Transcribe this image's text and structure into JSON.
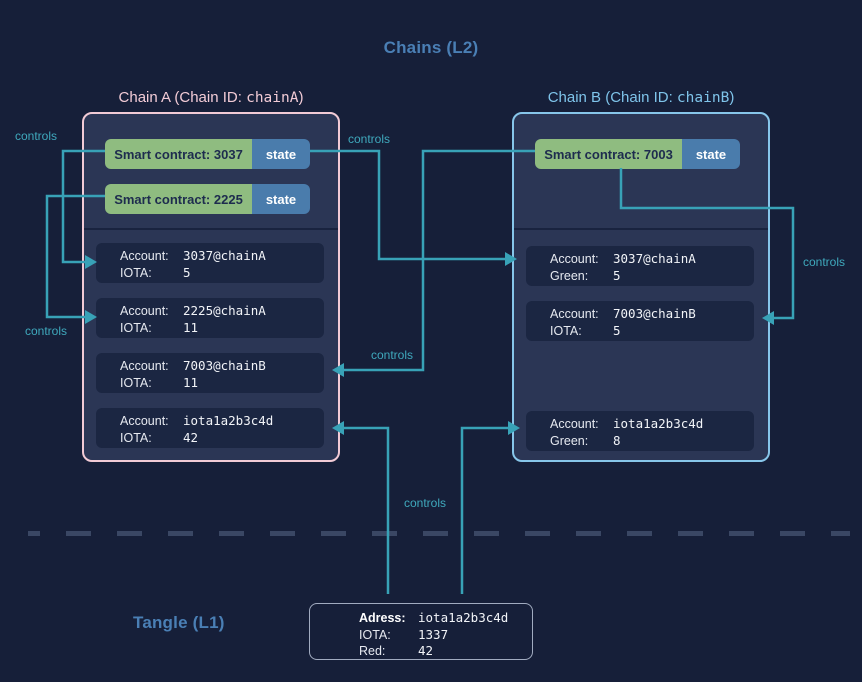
{
  "titles": {
    "l2": "Chains (L2)",
    "l1": "Tangle (L1)"
  },
  "controls_label": "controls",
  "chain_a": {
    "title_prefix": "Chain A (Chain ID: ",
    "chain_id": "chainA",
    "title_suffix": ")",
    "contracts": [
      {
        "label": "Smart contract: 3037",
        "state": "state"
      },
      {
        "label": "Smart contract: 2225",
        "state": "state"
      }
    ],
    "accounts": [
      {
        "account_label": "Account:",
        "account": "3037@chainA",
        "token_label": "IOTA:",
        "amount": "5"
      },
      {
        "account_label": "Account:",
        "account": "2225@chainA",
        "token_label": "IOTA:",
        "amount": "11"
      },
      {
        "account_label": "Account:",
        "account": "7003@chainB",
        "token_label": "IOTA:",
        "amount": "11"
      },
      {
        "account_label": "Account:",
        "account": "iota1a2b3c4d",
        "token_label": "IOTA:",
        "amount": "42"
      }
    ]
  },
  "chain_b": {
    "title_prefix": "Chain B (Chain ID: ",
    "chain_id": "chainB",
    "title_suffix": ")",
    "contracts": [
      {
        "label": "Smart contract: 7003",
        "state": "state"
      }
    ],
    "accounts": [
      {
        "account_label": "Account:",
        "account": "3037@chainA",
        "token_label": "Green:",
        "amount": "5"
      },
      {
        "account_label": "Account:",
        "account": "7003@chainB",
        "token_label": "IOTA:",
        "amount": "5"
      },
      {
        "account_label": "Account:",
        "account": "iota1a2b3c4d",
        "token_label": "Green:",
        "amount": "8"
      }
    ]
  },
  "l1_box": {
    "rows": [
      {
        "label": "Adress:",
        "value": "iota1a2b3c4d"
      },
      {
        "label": "IOTA:",
        "value": "1337"
      },
      {
        "label": "Red:",
        "value": "42"
      }
    ]
  },
  "colors": {
    "background": "#161F39",
    "chain_fill": "#2B3655",
    "account_fill": "#1B2642",
    "chain_a_border": "#F2CBD6",
    "chain_b_border": "#87C6EA",
    "contract_green": "#8FBC80",
    "state_blue": "#4A7CAC",
    "heading_blue": "#4A7FB5",
    "connector_teal": "#38A2B7",
    "dash_gray": "#3A4764"
  }
}
